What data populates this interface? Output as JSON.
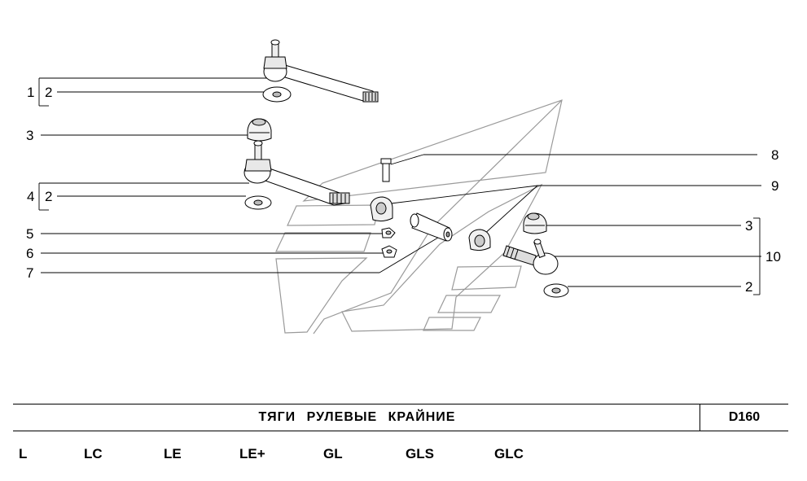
{
  "title": "ТЯГИ  РУЛЕВЫЕ  КРАЙНИЕ",
  "code": "D160",
  "callouts": {
    "c1": "1",
    "c2a": "2",
    "c3": "3",
    "c4": "4",
    "c2b": "2",
    "c5": "5",
    "c6": "6",
    "c7": "7",
    "c8": "8",
    "c9": "9",
    "c3r": "3",
    "c10": "10",
    "c2r": "2"
  },
  "variants": [
    "L",
    "LC",
    "LE",
    "LE+",
    "GL",
    "GLS",
    "GLC"
  ]
}
